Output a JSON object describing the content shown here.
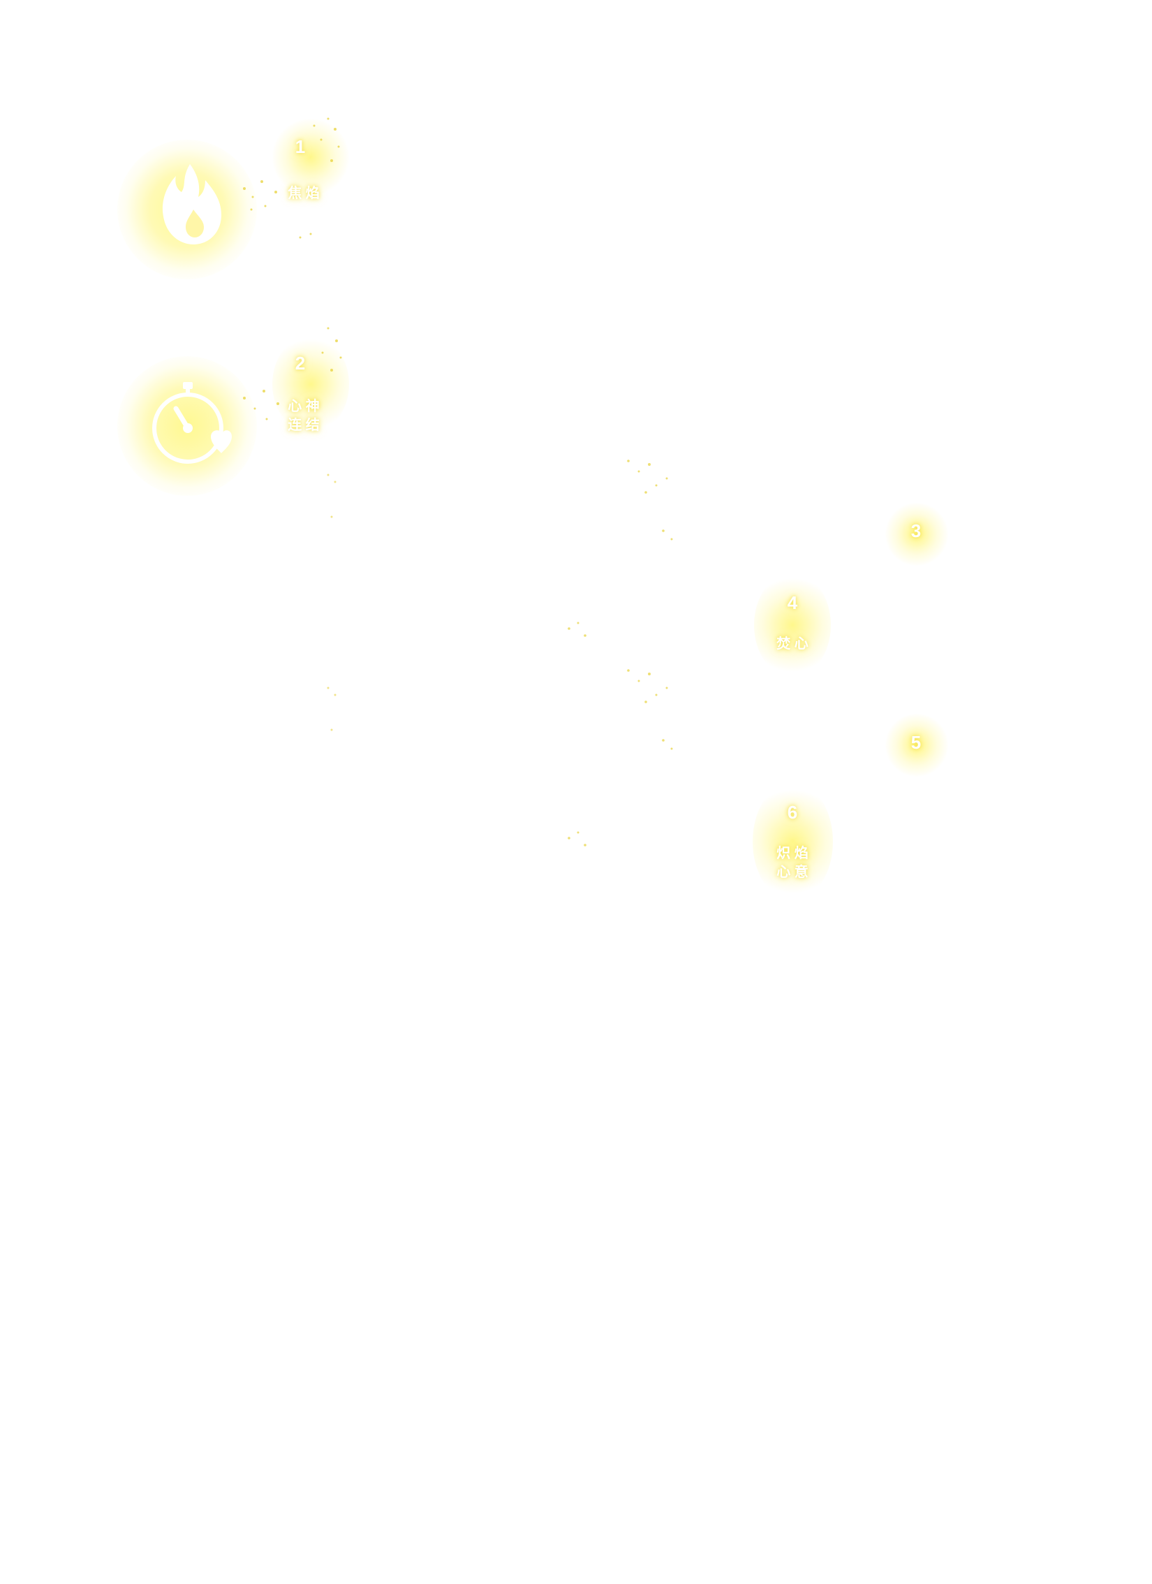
{
  "skill_icons": [
    {
      "icon": "flame-drop-icon",
      "level": "1",
      "caption": "焦 焰"
    },
    {
      "icon": "stopwatch-heart-icon",
      "level": "2",
      "caption_line1": "心 神",
      "caption_line2": "连 结"
    }
  ],
  "badges": [
    {
      "level": "3"
    },
    {
      "level": "4",
      "caption": "焚 心"
    },
    {
      "level": "5"
    },
    {
      "level": "6",
      "caption_line1": "炽 焰",
      "caption_line2": "心 意"
    }
  ],
  "colors": {
    "glow": "#fff67a",
    "text": "#ffffff",
    "sparkle": "#e8d23a"
  }
}
